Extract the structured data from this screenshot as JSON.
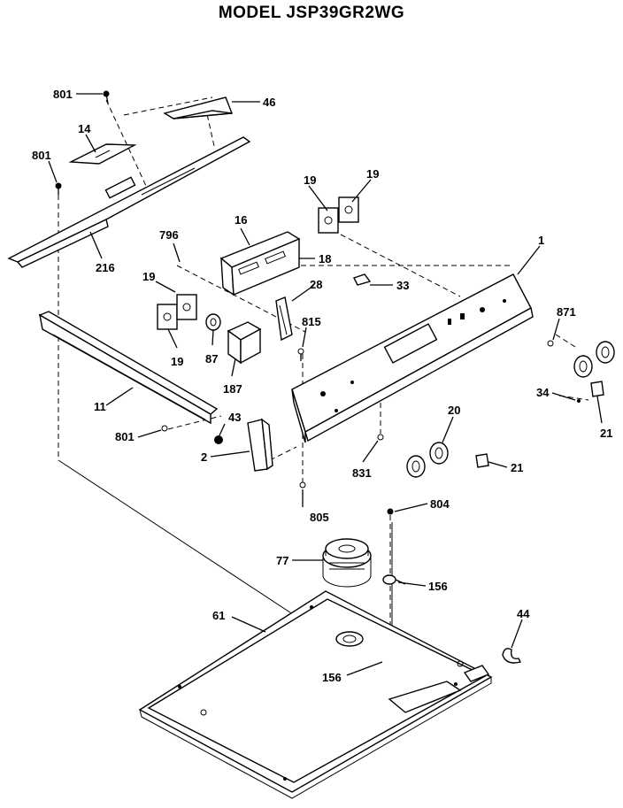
{
  "title": "MODEL JSP39GR2WG",
  "labels": [
    {
      "id": "801a",
      "text": "801"
    },
    {
      "id": "46",
      "text": "46"
    },
    {
      "id": "14",
      "text": "14"
    },
    {
      "id": "801b",
      "text": "801"
    },
    {
      "id": "216",
      "text": "216"
    },
    {
      "id": "19a",
      "text": "19"
    },
    {
      "id": "19b",
      "text": "19"
    },
    {
      "id": "16",
      "text": "16"
    },
    {
      "id": "796",
      "text": "796"
    },
    {
      "id": "18",
      "text": "18"
    },
    {
      "id": "1",
      "text": "1"
    },
    {
      "id": "19c",
      "text": "19"
    },
    {
      "id": "28",
      "text": "28"
    },
    {
      "id": "33",
      "text": "33"
    },
    {
      "id": "871",
      "text": "871"
    },
    {
      "id": "19d",
      "text": "19"
    },
    {
      "id": "87",
      "text": "87"
    },
    {
      "id": "815",
      "text": "815"
    },
    {
      "id": "187",
      "text": "187"
    },
    {
      "id": "11",
      "text": "11"
    },
    {
      "id": "34",
      "text": "34"
    },
    {
      "id": "43",
      "text": "43"
    },
    {
      "id": "801c",
      "text": "801"
    },
    {
      "id": "20",
      "text": "20"
    },
    {
      "id": "21a",
      "text": "21"
    },
    {
      "id": "2",
      "text": "2"
    },
    {
      "id": "21b",
      "text": "21"
    },
    {
      "id": "831",
      "text": "831"
    },
    {
      "id": "805",
      "text": "805"
    },
    {
      "id": "804",
      "text": "804"
    },
    {
      "id": "77",
      "text": "77"
    },
    {
      "id": "156a",
      "text": "156"
    },
    {
      "id": "61",
      "text": "61"
    },
    {
      "id": "44",
      "text": "44"
    },
    {
      "id": "156b",
      "text": "156"
    }
  ]
}
